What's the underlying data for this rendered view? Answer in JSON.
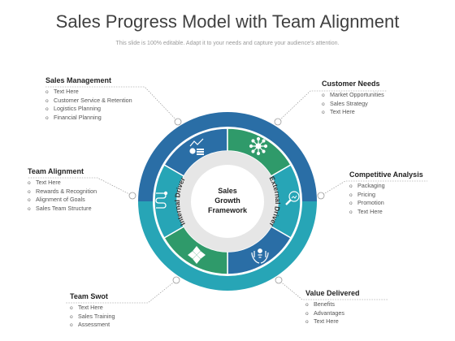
{
  "title": "Sales Progress Model with Team Alignment",
  "subtitle": "This slide is 100% editable. Adapt it to your needs and capture your audience's attention.",
  "center": {
    "line1": "Sales",
    "line2": "Growth",
    "line3": "Framework"
  },
  "ring_labels": {
    "left": "Internal Driver",
    "right": "External Driver"
  },
  "colors": {
    "blue": "#2a6ea6",
    "teal": "#27a5b6",
    "green": "#2f9a6a",
    "ring_light": "#e6e6e6"
  },
  "sections": {
    "sales_management": {
      "heading": "Sales Management",
      "items": [
        "Text Here",
        "Customer Service & Retention",
        "Logistics Planning",
        "Financial Planning"
      ]
    },
    "team_alignment": {
      "heading": "Team Alignment",
      "items": [
        "Text Here",
        "Rewards & Recognition",
        "Alignment of Goals",
        "Sales Team Structure"
      ]
    },
    "team_swot": {
      "heading": "Team Swot",
      "items": [
        "Text Here",
        "Sales Training",
        "Assessment"
      ]
    },
    "customer_needs": {
      "heading": "Customer Needs",
      "items": [
        "Market Opportunities",
        "Sales Strategy",
        "Text Here"
      ]
    },
    "competitive_analysis": {
      "heading": "Competitive Analysis",
      "items": [
        "Packaging",
        "Pricing",
        "Promotion",
        "Text Here"
      ]
    },
    "value_delivered": {
      "heading": "Value Delivered",
      "items": [
        "Benefits",
        "Advantages",
        "Text Here"
      ]
    }
  },
  "icons": [
    "chart-coins-icon",
    "network-icon",
    "magnifier-icon",
    "helping-hands-icon",
    "puzzle-icon",
    "path-icon"
  ]
}
